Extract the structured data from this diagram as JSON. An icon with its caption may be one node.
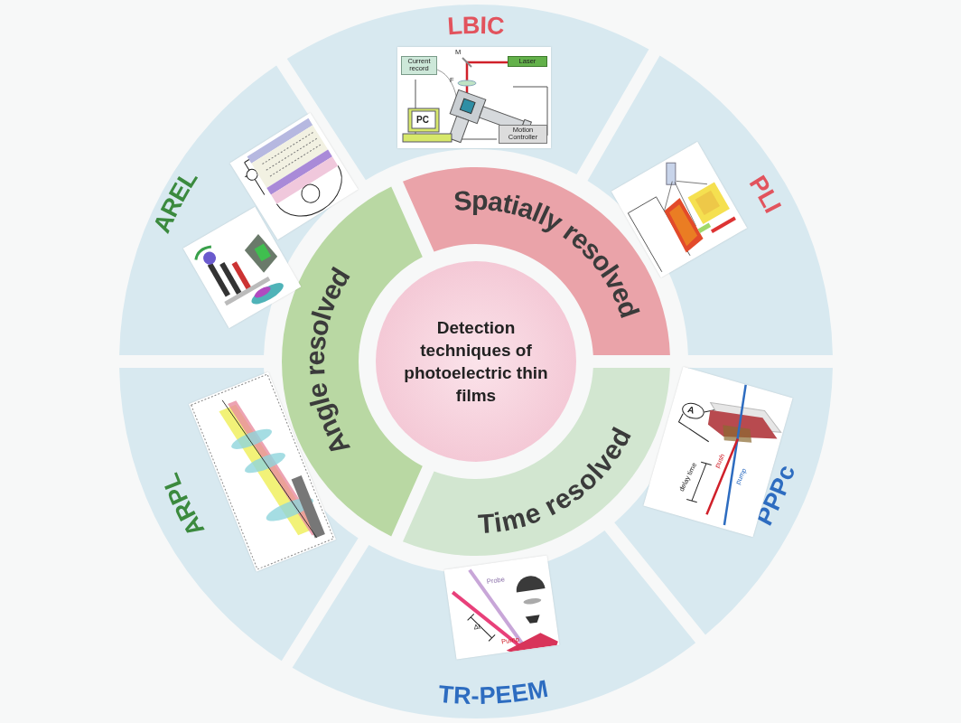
{
  "diagram": {
    "nodes": [
      {
        "text": [
          "Detection techniques of photoelectric thin films"
        ]
      },
      {
        "text": [
          "Spatially resolved"
        ]
      },
      {
        "text": [
          "Time resolved"
        ]
      },
      {
        "text": [
          "Angle resolved"
        ]
      },
      {
        "text": [
          "LBIC"
        ]
      },
      {
        "text": [
          "PLI"
        ]
      },
      {
        "text": [
          "PPPc"
        ]
      },
      {
        "text": [
          "TR-PEEM"
        ]
      },
      {
        "text": [
          "ARPL"
        ]
      },
      {
        "text": [
          "AREL"
        ]
      }
    ],
    "labels": [
      "M",
      "F",
      "Current record",
      "Laser",
      "PC",
      "Motion Controller",
      "A",
      "push",
      "pump",
      "delay time",
      "Probe",
      "Δt",
      "Pump"
    ]
  }
}
